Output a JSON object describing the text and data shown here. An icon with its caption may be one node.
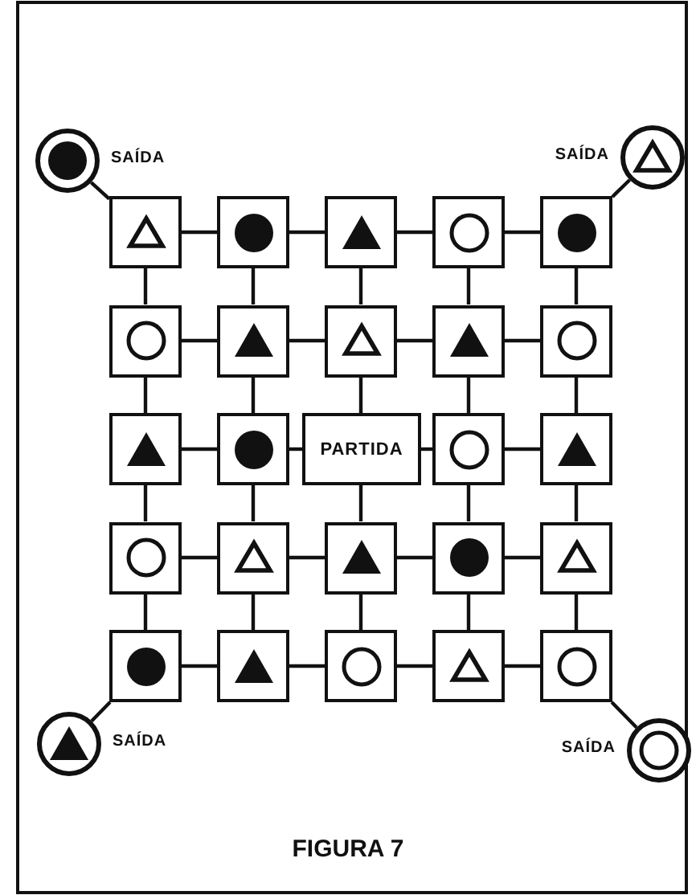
{
  "diagram": {
    "caption": "FIGURA 7",
    "nodes": [
      {
        "text": [],
        "shape": "circle",
        "beside": [
          "SAÍDA"
        ]
      },
      {
        "text": [],
        "shape": "disc",
        "in": 0
      },
      {
        "text": [],
        "shape": "circle",
        "beside": [
          "SAÍDA"
        ]
      },
      {
        "text": [],
        "shape": "triangle",
        "in": 2
      },
      {
        "text": [],
        "shape": "box"
      },
      {
        "text": [],
        "shape": "triangle",
        "in": 4
      },
      {
        "text": [],
        "shape": "box"
      },
      {
        "text": [],
        "shape": "disc",
        "in": 6
      },
      {
        "text": [],
        "shape": "box"
      },
      {
        "text": [],
        "shape": "solid-triangle",
        "in": 8
      },
      {
        "text": [],
        "shape": "box"
      },
      {
        "text": [],
        "shape": "circle",
        "in": 10
      },
      {
        "text": [],
        "shape": "box"
      },
      {
        "text": [],
        "shape": "disc",
        "in": 12
      },
      {
        "text": [],
        "shape": "box"
      },
      {
        "text": [],
        "shape": "circle",
        "in": 14
      },
      {
        "text": [],
        "shape": "box"
      },
      {
        "text": [],
        "shape": "solid-triangle",
        "in": 16
      },
      {
        "text": [],
        "shape": "box"
      },
      {
        "text": [],
        "shape": "triangle",
        "in": 18
      },
      {
        "text": [],
        "shape": "box"
      },
      {
        "text": [],
        "shape": "solid-triangle",
        "in": 20
      },
      {
        "text": [],
        "shape": "box"
      },
      {
        "text": [],
        "shape": "circle",
        "in": 22
      },
      {
        "text": [],
        "shape": "box"
      },
      {
        "text": [],
        "shape": "solid-triangle",
        "in": 24
      },
      {
        "text": [],
        "shape": "box"
      },
      {
        "text": [],
        "shape": "disc",
        "in": 26
      },
      {
        "text": [
          "PARTIDA"
        ]
      },
      {
        "text": [],
        "shape": "box"
      },
      {
        "text": [],
        "shape": "circle",
        "in": 29
      },
      {
        "text": [],
        "shape": "box"
      },
      {
        "text": [],
        "shape": "solid-triangle",
        "in": 31
      },
      {
        "text": [],
        "shape": "box"
      },
      {
        "text": [],
        "shape": "circle",
        "in": 33
      },
      {
        "text": [],
        "shape": "box"
      },
      {
        "text": [],
        "shape": "triangle",
        "in": 35
      },
      {
        "text": [],
        "shape": "box"
      },
      {
        "text": [],
        "shape": "solid-triangle",
        "in": 37
      },
      {
        "text": [],
        "shape": "box"
      },
      {
        "text": [],
        "shape": "disc",
        "in": 39
      },
      {
        "text": [],
        "shape": "box"
      },
      {
        "text": [],
        "shape": "triangle",
        "in": 41
      },
      {
        "text": [],
        "shape": "box"
      },
      {
        "text": [],
        "shape": "disc",
        "in": 43
      },
      {
        "text": [],
        "shape": "box"
      },
      {
        "text": [],
        "shape": "solid-triangle",
        "in": 45
      },
      {
        "text": [],
        "shape": "box"
      },
      {
        "text": [],
        "shape": "circle",
        "in": 47
      },
      {
        "text": [],
        "shape": "box"
      },
      {
        "text": [],
        "shape": "triangle",
        "in": 49
      },
      {
        "text": [],
        "shape": "box"
      },
      {
        "text": [],
        "shape": "circle",
        "in": 51
      },
      {
        "text": [],
        "shape": "circle",
        "beside": [
          "SAÍDA"
        ]
      },
      {
        "text": [],
        "shape": "solid-triangle",
        "in": 53
      },
      {
        "text": [],
        "shape": "circle",
        "beside": [
          "SAÍDA"
        ]
      },
      {
        "text": [],
        "shape": "circle",
        "in": 55
      }
    ],
    "edges": [
      {
        "from": 0,
        "to": 4,
        "arrow": "none"
      },
      {
        "from": 2,
        "to": 12,
        "arrow": "none"
      },
      {
        "from": 4,
        "to": 6,
        "arrow": "none"
      },
      {
        "from": 6,
        "to": 8,
        "arrow": "none"
      },
      {
        "from": 8,
        "to": 10,
        "arrow": "none"
      },
      {
        "from": 10,
        "to": 12,
        "arrow": "none"
      },
      {
        "from": 4,
        "to": 14,
        "arrow": "none"
      },
      {
        "from": 6,
        "to": 16,
        "arrow": "none"
      },
      {
        "from": 8,
        "to": 18,
        "arrow": "none"
      },
      {
        "from": 10,
        "to": 20,
        "arrow": "none"
      },
      {
        "from": 12,
        "to": 22,
        "arrow": "none"
      },
      {
        "from": 14,
        "to": 16,
        "arrow": "none"
      },
      {
        "from": 16,
        "to": 18,
        "arrow": "none"
      },
      {
        "from": 18,
        "to": 20,
        "arrow": "none"
      },
      {
        "from": 20,
        "to": 22,
        "arrow": "none"
      },
      {
        "from": 14,
        "to": 24,
        "arrow": "none"
      },
      {
        "from": 16,
        "to": 26,
        "arrow": "none"
      },
      {
        "from": 18,
        "to": 28,
        "arrow": "none"
      },
      {
        "from": 20,
        "to": 29,
        "arrow": "none"
      },
      {
        "from": 22,
        "to": 31,
        "arrow": "none"
      },
      {
        "from": 24,
        "to": 26,
        "arrow": "none"
      },
      {
        "from": 26,
        "to": 28,
        "arrow": "none"
      },
      {
        "from": 28,
        "to": 29,
        "arrow": "none"
      },
      {
        "from": 29,
        "to": 31,
        "arrow": "none"
      },
      {
        "from": 24,
        "to": 33,
        "arrow": "none"
      },
      {
        "from": 26,
        "to": 35,
        "arrow": "none"
      },
      {
        "from": 28,
        "to": 37,
        "arrow": "none"
      },
      {
        "from": 29,
        "to": 39,
        "arrow": "none"
      },
      {
        "from": 31,
        "to": 41,
        "arrow": "none"
      },
      {
        "from": 33,
        "to": 35,
        "arrow": "none"
      },
      {
        "from": 35,
        "to": 37,
        "arrow": "none"
      },
      {
        "from": 37,
        "to": 39,
        "arrow": "none"
      },
      {
        "from": 39,
        "to": 41,
        "arrow": "none"
      },
      {
        "from": 33,
        "to": 43,
        "arrow": "none"
      },
      {
        "from": 35,
        "to": 45,
        "arrow": "none"
      },
      {
        "from": 37,
        "to": 47,
        "arrow": "none"
      },
      {
        "from": 39,
        "to": 49,
        "arrow": "none"
      },
      {
        "from": 41,
        "to": 51,
        "arrow": "none"
      },
      {
        "from": 43,
        "to": 45,
        "arrow": "none"
      },
      {
        "from": 45,
        "to": 47,
        "arrow": "none"
      },
      {
        "from": 47,
        "to": 49,
        "arrow": "none"
      },
      {
        "from": 49,
        "to": 51,
        "arrow": "none"
      },
      {
        "from": 53,
        "to": 43,
        "arrow": "none"
      },
      {
        "from": 55,
        "to": 51,
        "arrow": "none"
      }
    ]
  }
}
